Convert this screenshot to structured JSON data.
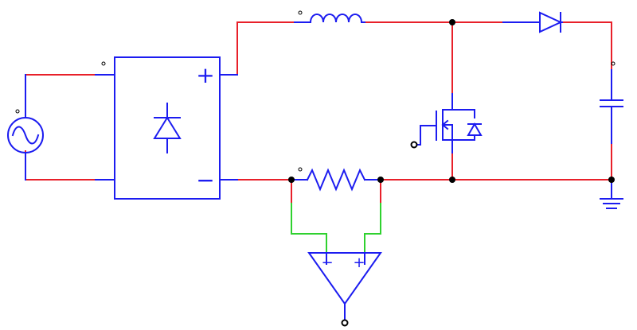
{
  "schematic": {
    "background": "#ffffff",
    "colors": {
      "wire": "#e8202a",
      "component": "#1c1cf0",
      "node": "#000000",
      "sense_wire": "#2fd12f"
    },
    "components": [
      {
        "name": "ac-source",
        "icon": "sine-wave-icon"
      },
      {
        "name": "bridge-rectifier",
        "icon": "diode-icon",
        "pos_label": "+",
        "neg_label": "−"
      },
      {
        "name": "inductor",
        "icon": "inductor-coil-icon"
      },
      {
        "name": "boost-diode",
        "icon": "diode-icon"
      },
      {
        "name": "output-capacitor",
        "icon": "capacitor-icon"
      },
      {
        "name": "mosfet-switch",
        "icon": "mosfet-icon"
      },
      {
        "name": "shunt-resistor",
        "icon": "resistor-icon"
      },
      {
        "name": "sense-amplifier",
        "icon": "op-amp-icon",
        "inv_label": "−",
        "noninv_label": "+"
      },
      {
        "name": "ground",
        "icon": "ground-icon"
      }
    ]
  }
}
